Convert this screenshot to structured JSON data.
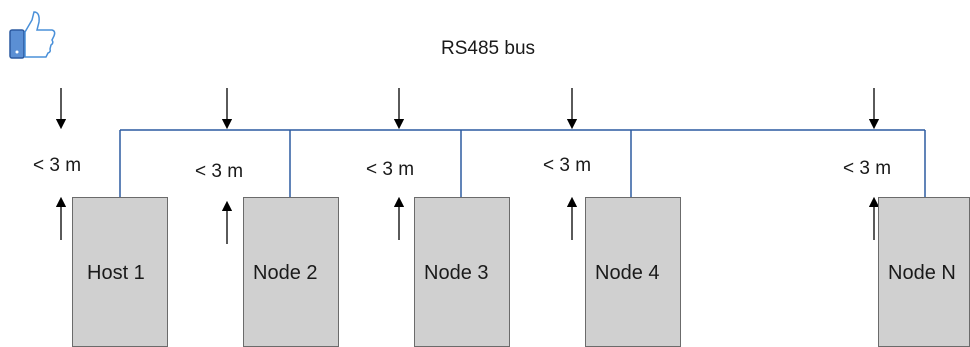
{
  "diagram": {
    "bus_label": "RS485 bus",
    "distance_label": "< 3 m",
    "nodes": [
      "Host 1",
      "Node 2",
      "Node 3",
      "Node 4",
      "Node N"
    ]
  },
  "colors": {
    "bus_line": "#2c5aa0",
    "node_fill": "#d0d0d0",
    "arrow": "#000000",
    "icon_blue": "#4a90d9"
  },
  "icons": {
    "thumbs_up": "thumbs-up-icon"
  }
}
